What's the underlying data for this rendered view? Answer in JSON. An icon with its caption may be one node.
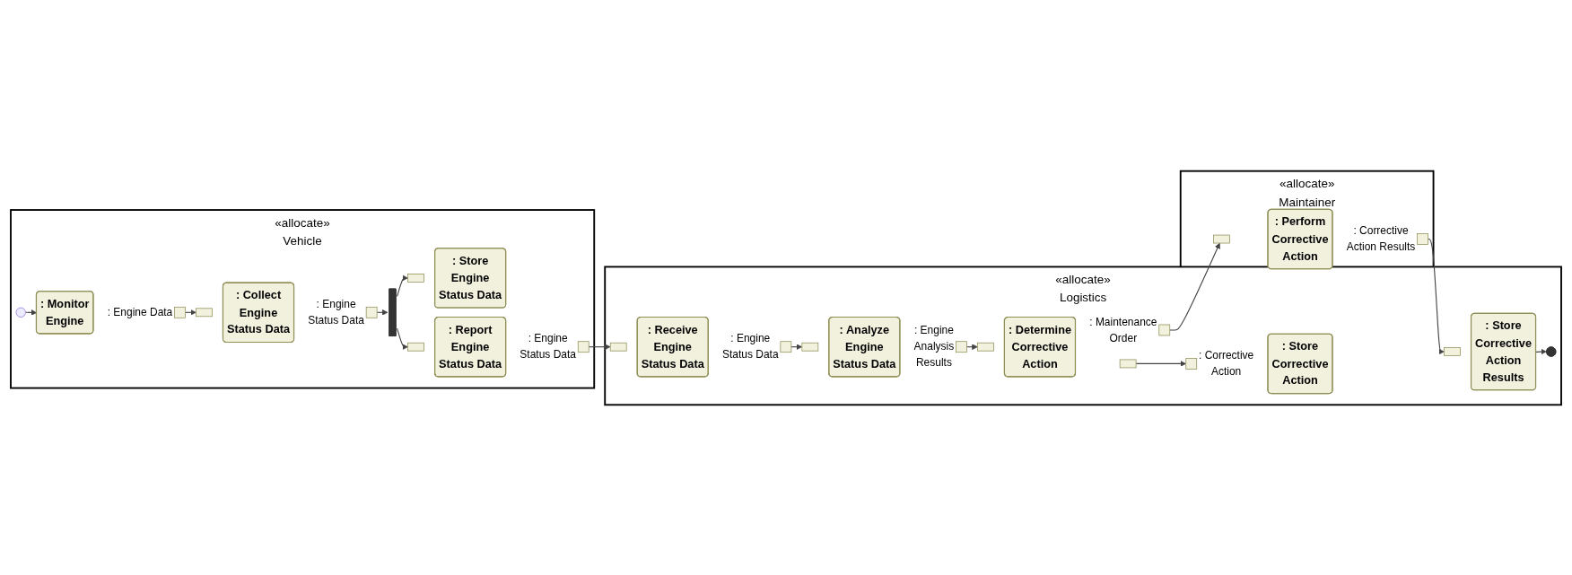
{
  "diagram": {
    "nodes": [
      {
        "text": [
          "«allocate»",
          "Vehicle"
        ]
      },
      {
        "text": [
          "«allocate»",
          "Logistics"
        ]
      },
      {
        "text": [
          "«allocate»",
          "Maintainer"
        ]
      },
      {
        "text": [],
        "shape": "circle",
        "in": 0
      },
      {
        "text": [
          ": Monitor Engine"
        ],
        "in": 0
      },
      {
        "text": [],
        "shape": "box",
        "in": 0,
        "beside": [
          ": Engine Data"
        ]
      },
      {
        "text": [
          ": Collect Engine Status Data"
        ],
        "in": 0
      },
      {
        "text": [],
        "shape": "box",
        "in": 0
      },
      {
        "text": [],
        "shape": "box",
        "in": 0,
        "beside": [
          ": Engine Status Data"
        ]
      },
      {
        "text": [],
        "shape": "bar",
        "in": 0
      },
      {
        "text": [
          ": Store Engine Status Data"
        ],
        "in": 0
      },
      {
        "text": [],
        "shape": "box",
        "in": 0
      },
      {
        "text": [
          ": Report Engine Status Data"
        ],
        "in": 0
      },
      {
        "text": [],
        "shape": "box",
        "in": 0
      },
      {
        "text": [],
        "shape": "box",
        "in": 0,
        "beside": [
          ": Engine Status Data"
        ]
      },
      {
        "text": [
          ": Receive Engine Status Data"
        ],
        "in": 1
      },
      {
        "text": [],
        "shape": "box",
        "in": 1
      },
      {
        "text": [],
        "shape": "box",
        "in": 1,
        "beside": [
          ": Engine Status Data"
        ]
      },
      {
        "text": [
          ": Analyze Engine Status Data"
        ],
        "in": 1
      },
      {
        "text": [],
        "shape": "box",
        "in": 1
      },
      {
        "text": [],
        "shape": "box",
        "in": 1,
        "beside": [
          ": Engine Analysis Results"
        ]
      },
      {
        "text": [
          ": Determine Corrective Action"
        ],
        "in": 1
      },
      {
        "text": [],
        "shape": "box",
        "in": 1
      },
      {
        "text": [],
        "shape": "box",
        "in": 1
      },
      {
        "text": [],
        "shape": "box",
        "in": 1,
        "beside": [
          ": Maintenance Order"
        ]
      },
      {
        "text": [],
        "shape": "box",
        "in": 1,
        "beside": [
          ": Corrective Action"
        ]
      },
      {
        "text": [
          ": Store Corrective Action"
        ],
        "in": 1
      },
      {
        "text": [
          ": Store Corrective Action Results"
        ],
        "in": 1
      },
      {
        "text": [],
        "shape": "box",
        "in": 1
      },
      {
        "text": [],
        "shape": "circle",
        "in": 1
      },
      {
        "text": [
          ": Perform Corrective Action"
        ],
        "in": 2
      },
      {
        "text": [],
        "shape": "box",
        "in": 2
      },
      {
        "text": [],
        "shape": "box",
        "in": 2,
        "beside": [
          ": Corrective Action Results"
        ]
      }
    ],
    "edges": [
      {
        "from": 3,
        "to": 4,
        "arrow": "to"
      },
      {
        "from": 5,
        "to": 7,
        "arrow": "to"
      },
      {
        "from": 8,
        "to": 9,
        "arrow": "to"
      },
      {
        "from": 9,
        "to": 11,
        "arrow": "to"
      },
      {
        "from": 9,
        "to": 13,
        "arrow": "to"
      },
      {
        "from": 14,
        "to": 16,
        "arrow": "to"
      },
      {
        "from": 17,
        "to": 19,
        "arrow": "to"
      },
      {
        "from": 20,
        "to": 22,
        "arrow": "to"
      },
      {
        "from": 23,
        "to": 25,
        "arrow": "to"
      },
      {
        "from": 24,
        "to": 31,
        "arrow": "to"
      },
      {
        "from": 32,
        "to": 28,
        "arrow": "to"
      },
      {
        "from": 27,
        "to": 29,
        "arrow": "to"
      }
    ]
  }
}
